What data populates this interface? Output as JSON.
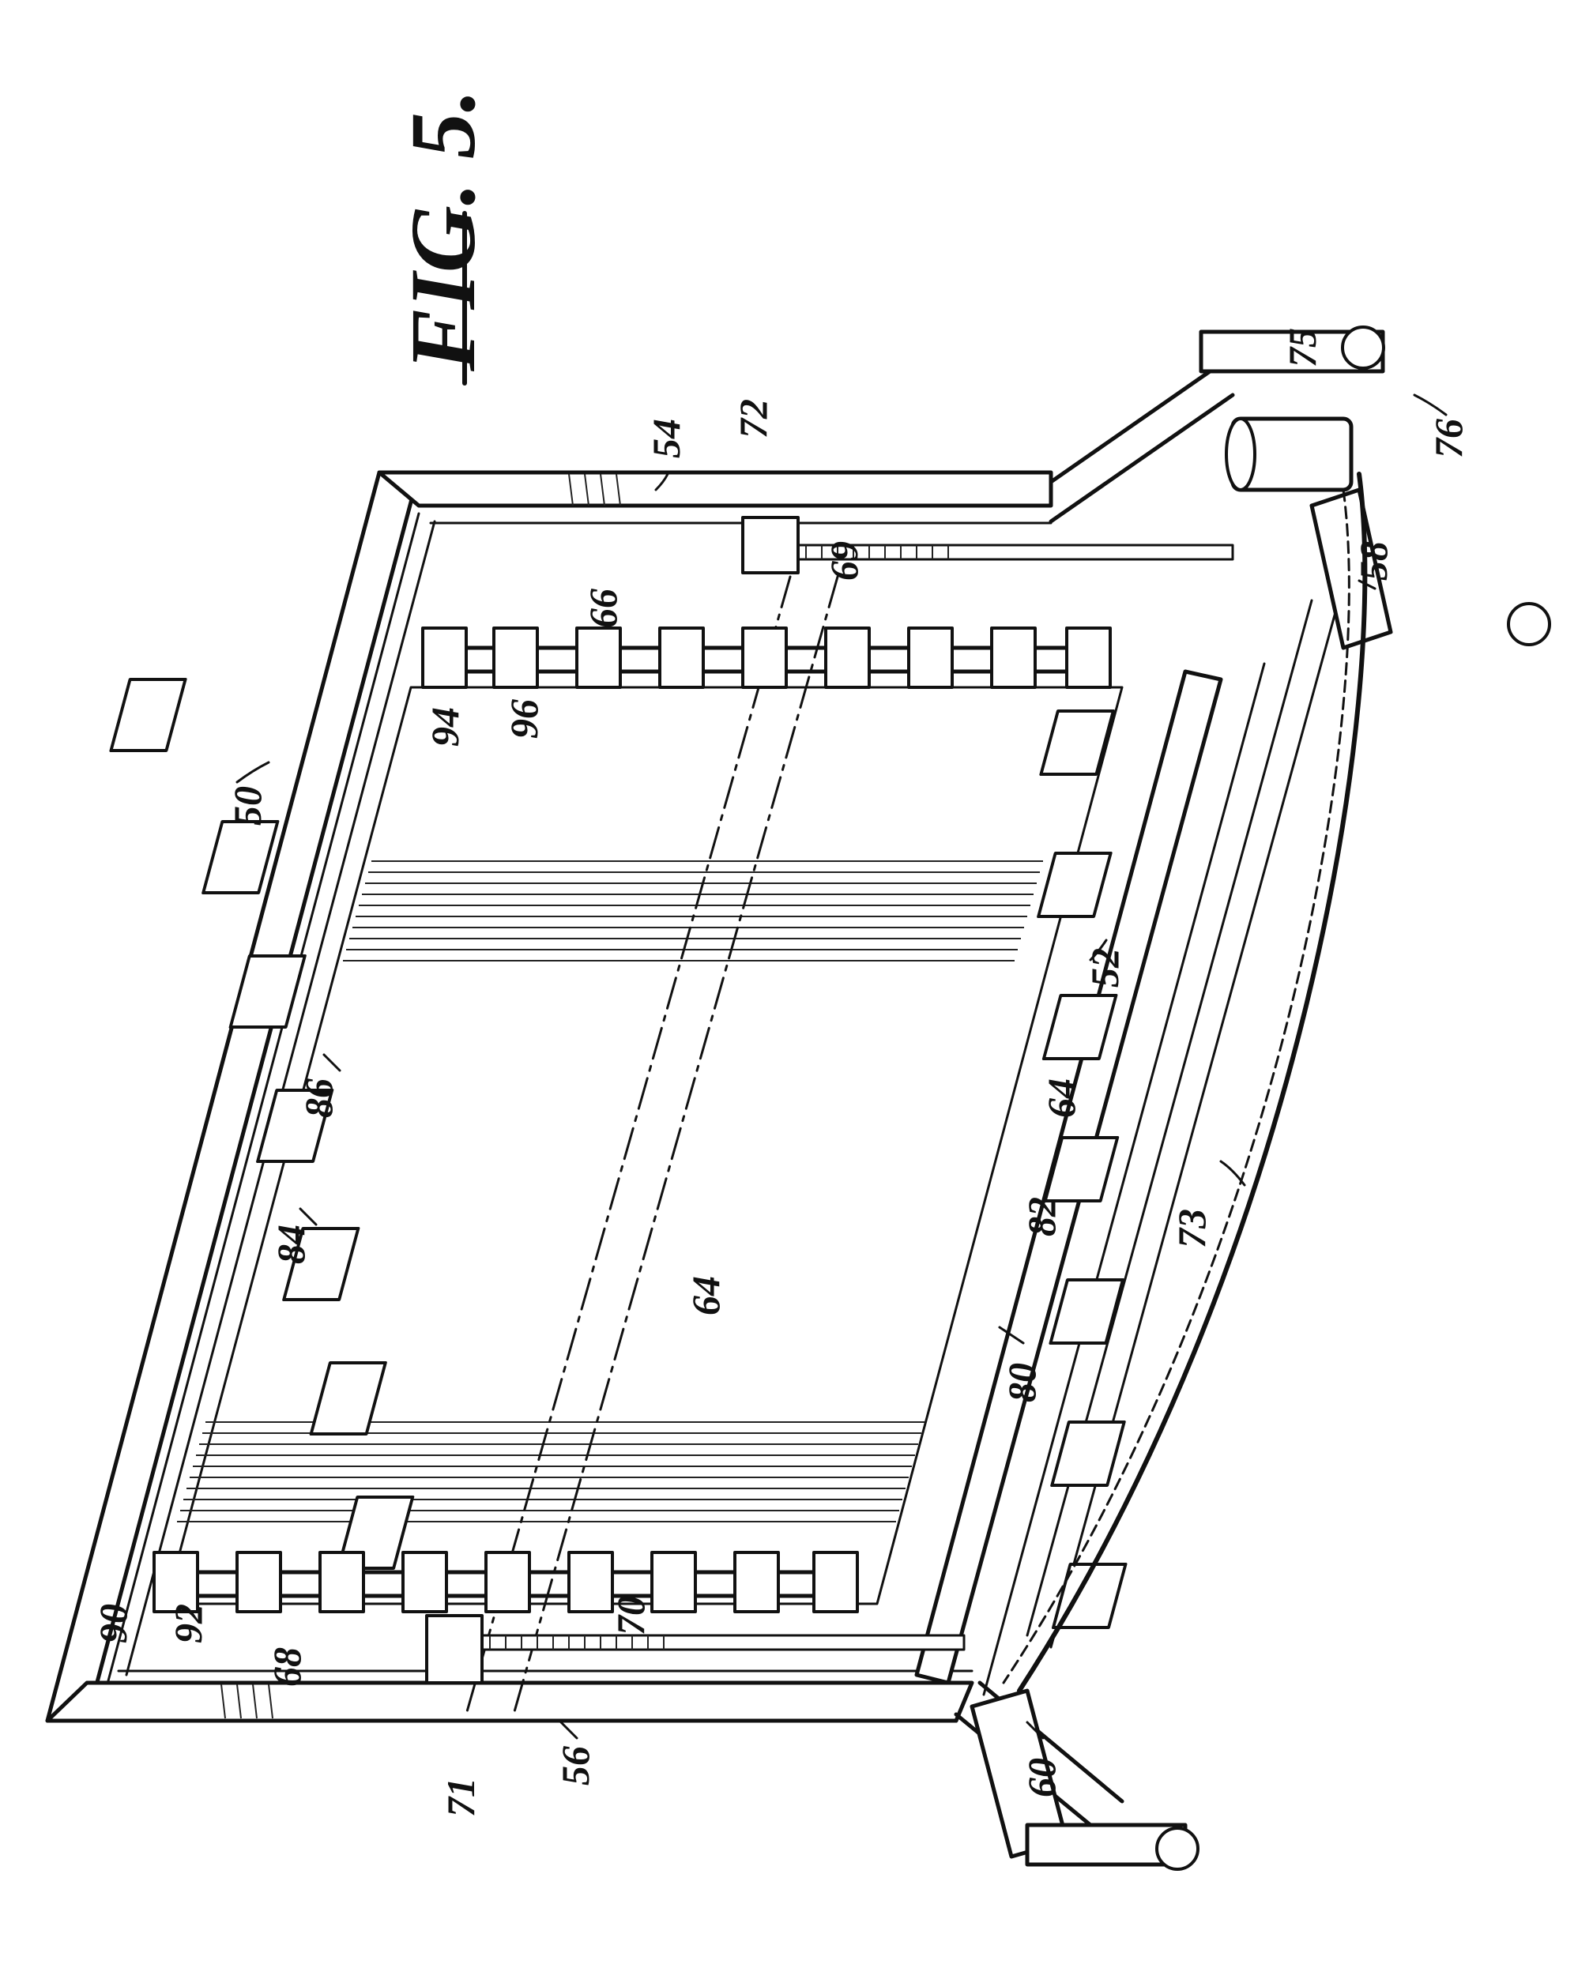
{
  "figure": {
    "title": "FIG. 5."
  },
  "labels": {
    "l50": "50",
    "l52": "52",
    "l54": "54",
    "l56": "56",
    "l58": "58",
    "l60": "60",
    "l64a": "64",
    "l64b": "64",
    "l66": "66",
    "l68": "68",
    "l69": "69",
    "l70": "70",
    "l71": "71",
    "l72": "72",
    "l73": "73",
    "l75": "75",
    "l76": "76",
    "l80": "80",
    "l82": "82",
    "l84": "84",
    "l86": "86",
    "l90": "90",
    "l92": "92",
    "l94": "94",
    "l96": "96"
  }
}
